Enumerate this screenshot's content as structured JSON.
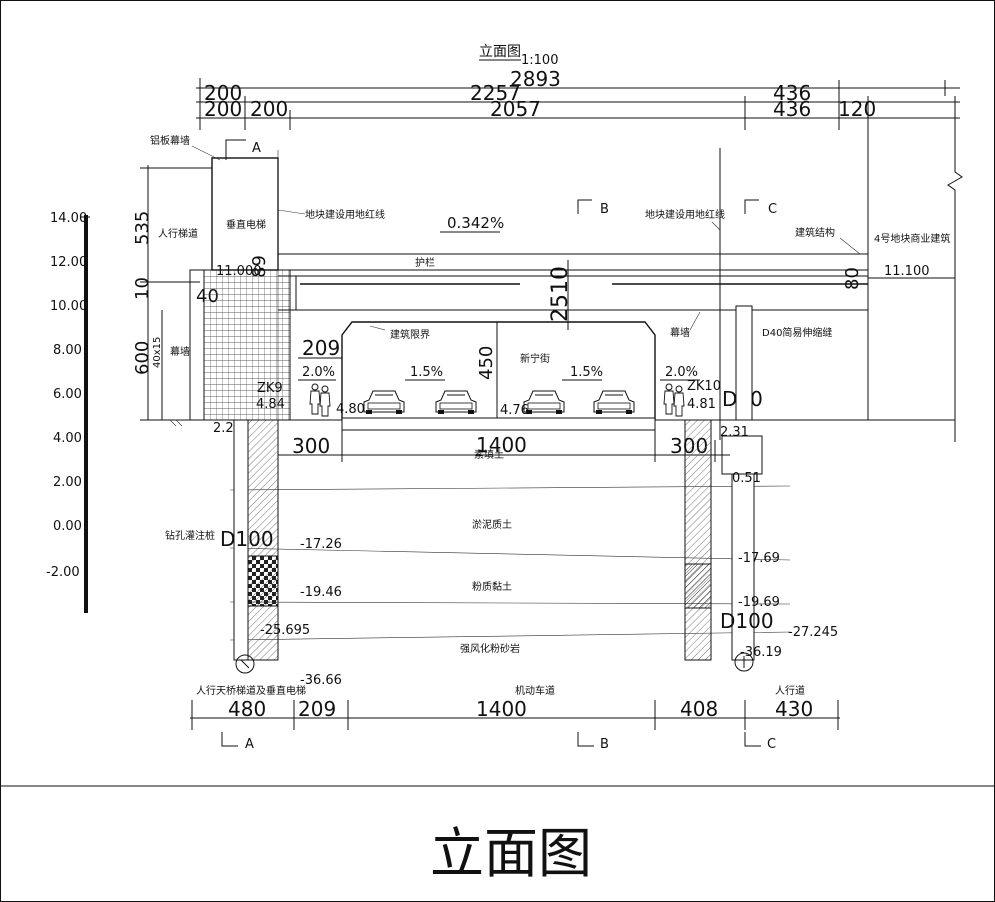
{
  "drawing": {
    "top_title": "立面图",
    "scale": "1:100",
    "bottom_title": "立面图"
  },
  "dims_top": [
    "2893",
    "2257",
    "436",
    "200",
    "200",
    "2057",
    "436",
    "120"
  ],
  "dims_left": [
    "535",
    "10",
    "600",
    "40x15",
    "40",
    "11.000",
    "89"
  ],
  "dims_mid": [
    "209",
    "450",
    "2510",
    "0.342%",
    "80",
    "11.100"
  ],
  "slopes": [
    "2.0%",
    "1.5%",
    "1.5%",
    "2.0%"
  ],
  "dims_bottom_upper": [
    "300",
    "1400",
    "300"
  ],
  "dims_bottom": [
    "480",
    "209",
    "1400",
    "408",
    "430"
  ],
  "bottom_labels": [
    "人行天桥梯道及垂直电梯",
    "机动车道",
    "人行道"
  ],
  "section_marks": [
    "A",
    "B",
    "C"
  ],
  "scale_bar": [
    "14.00",
    "12.00",
    "10.00",
    "8.00",
    "6.00",
    "4.00",
    "2.00",
    "0.00",
    "-2.00"
  ],
  "labels": {
    "curtain_alu": "铝板幕墙",
    "elevator": "垂直电梯",
    "stair": "人行梯道",
    "curtain_wall": "幕墙",
    "curtain_wall_2": "幕墙",
    "redline_left": "地块建设用地红线",
    "redline_right": "地块建设用地红线",
    "building_struct": "建筑结构",
    "plot4": "4号地块商业建筑",
    "railing": "护栏",
    "clearance": "建筑限界",
    "street": "新宁街",
    "joint": "D40简易伸缩缝",
    "fill_soil": "素填土",
    "silt": "淤泥质土",
    "silty_clay": "粉质黏土",
    "weathered": "强风化粉砂岩",
    "bored_pile": "钻孔灌注桩"
  },
  "borings": {
    "zk9_name": "ZK9",
    "zk9_elev": "4.84",
    "zk10_name": "ZK10",
    "zk10_elev": "4.81",
    "left_road": "4.80",
    "right_road": "4.76",
    "left_ground": "2.24",
    "right_ground": "2.31",
    "right_top": "0.51"
  },
  "piles": {
    "left_dia": "D100",
    "right_dia": "D100",
    "right_col": "D80",
    "left_levels": [
      "-17.26",
      "-19.46",
      "-25.695",
      "-36.66"
    ],
    "right_levels": [
      "-17.69",
      "-19.69",
      "-27.245",
      "-36.19"
    ]
  }
}
